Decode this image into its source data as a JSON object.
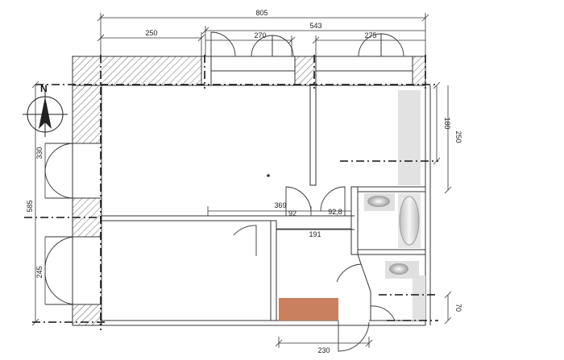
{
  "dimensions": {
    "top_total": "805",
    "top_left": "250",
    "top_right_total": "543",
    "top_window_1": "270",
    "top_window_2": "275",
    "right_upper": "180",
    "right_total": "250",
    "right_lower": "70",
    "left_total": "585",
    "left_upper": "330",
    "left_lower": "245",
    "corridor_top": "369",
    "corridor_a": "92",
    "corridor_b": "92,8",
    "corridor_width": "191",
    "bottom_entry": "230"
  },
  "compass": {
    "label": "N"
  },
  "colors": {
    "furniture": "#c8805e",
    "wall_line": "#333333",
    "fixture": "#d9d9d9"
  }
}
